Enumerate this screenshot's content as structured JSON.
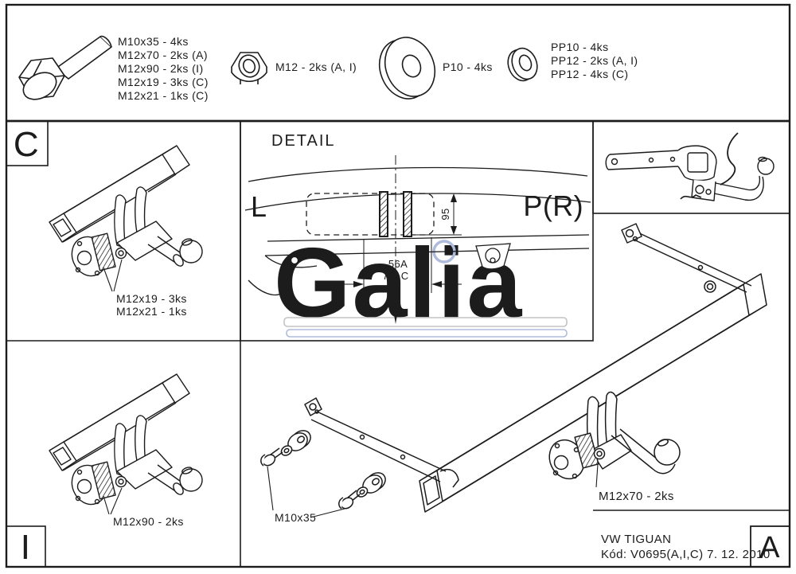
{
  "document": {
    "type": "towbar-installation-drawing",
    "brand_watermark": "Galia"
  },
  "colors": {
    "line": "#1c1c1c",
    "watermark_gray": "#c3c3c3",
    "watermark_blue": "#aebbdd"
  },
  "parts_legend": {
    "bolt_label_lines": [
      "M10x35 - 4ks",
      "M12x70 - 2ks (A)",
      "M12x90 - 2ks (I)",
      "M12x19 - 3ks (C)",
      "M12x21 - 1ks (C)"
    ],
    "nut_label": "M12 - 2ks (A, I)",
    "flat_washer_label": "P10 - 4ks",
    "spring_washer_label_lines": [
      "PP10 - 4ks",
      "PP12 - 2ks (A, I)",
      "PP12 - 4ks (C)"
    ]
  },
  "cells": {
    "c": {
      "label": "C",
      "callout_lines": [
        "M12x19 - 3ks",
        "M12x21 - 1ks"
      ]
    },
    "i": {
      "label": "I",
      "callout": "M12x90 - 2ks"
    }
  },
  "detail": {
    "title": "DETAIL",
    "left_marker": "L",
    "right_marker": "P(R)",
    "dim_height": "95",
    "dim_width_a": "56A",
    "dim_width_ic": "76I,C"
  },
  "main_assembly": {
    "bolt_callout": "M10x35",
    "ball_bolt_callout": "M12x70 - 2ks"
  },
  "watermark": {
    "text": "Galia"
  },
  "title_block": {
    "vehicle": "VW TIGUAN",
    "code_line": "Kód: V0695(A,I,C)  7. 12. 2010",
    "revision": "A"
  }
}
